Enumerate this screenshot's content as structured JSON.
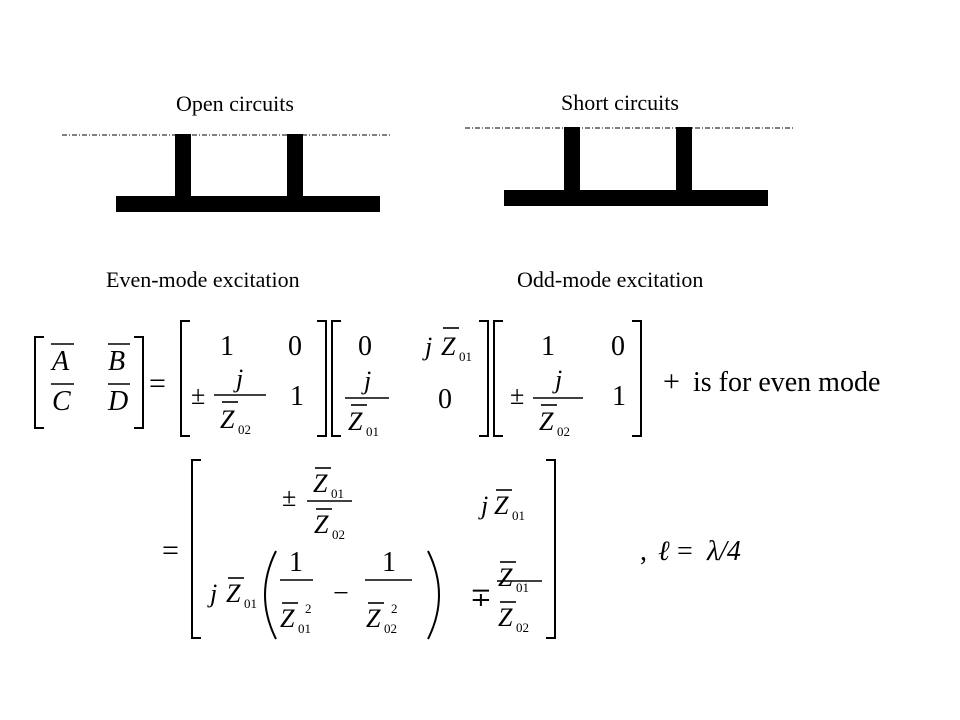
{
  "diagrams": {
    "open": {
      "label": "Open circuits",
      "caption": "Even-mode excitation"
    },
    "short": {
      "label": "Short circuits",
      "caption": "Odd-mode excitation"
    }
  },
  "equation": {
    "lhs": {
      "A": "A",
      "B": "B",
      "C": "C",
      "D": "D"
    },
    "equals": "=",
    "pm": "±",
    "mp": "∓",
    "minus": "−",
    "one": "1",
    "zero": "0",
    "j": "j",
    "Z": "Z",
    "sub01": "01",
    "sub02": "02",
    "sq": "2",
    "plus": "+",
    "note": "is for even mode",
    "comma": ",",
    "ell": "ℓ",
    "lambda_over_4": "λ/4"
  }
}
